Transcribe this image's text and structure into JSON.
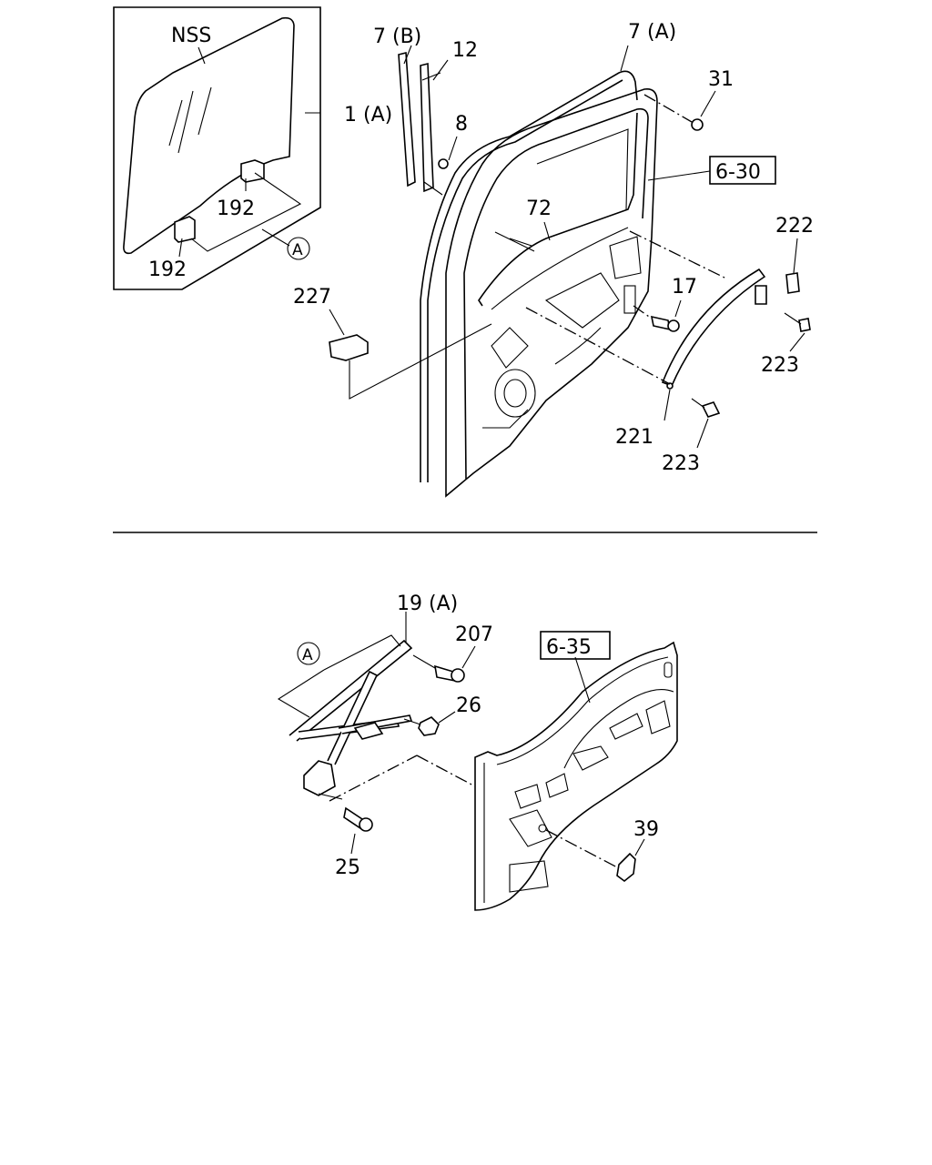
{
  "diagram": {
    "upper": {
      "inset_labels": {
        "glass": "NSS",
        "glass_part": "1 (A)",
        "bracket_upper": "192",
        "bracket_lower": "192",
        "ref_marker": "A"
      },
      "part_labels": {
        "run_channel_b": "7 (B)",
        "guide_12": "12",
        "screw_8": "8",
        "weatherstrip_a": "7 (A)",
        "bolt_31": "31",
        "ref_box": "6-30",
        "door_72": "72",
        "part_222": "222",
        "handle_227": "227",
        "bolt_17": "17",
        "screw_223_right": "223",
        "clip_221": "221",
        "screw_223_lower": "223"
      }
    },
    "lower": {
      "part_labels": {
        "regulator": "19 (A)",
        "bolt_207": "207",
        "ref_marker": "A",
        "ref_box": "6-35",
        "nut_26": "26",
        "bolt_25": "25",
        "clip_39": "39"
      }
    }
  }
}
